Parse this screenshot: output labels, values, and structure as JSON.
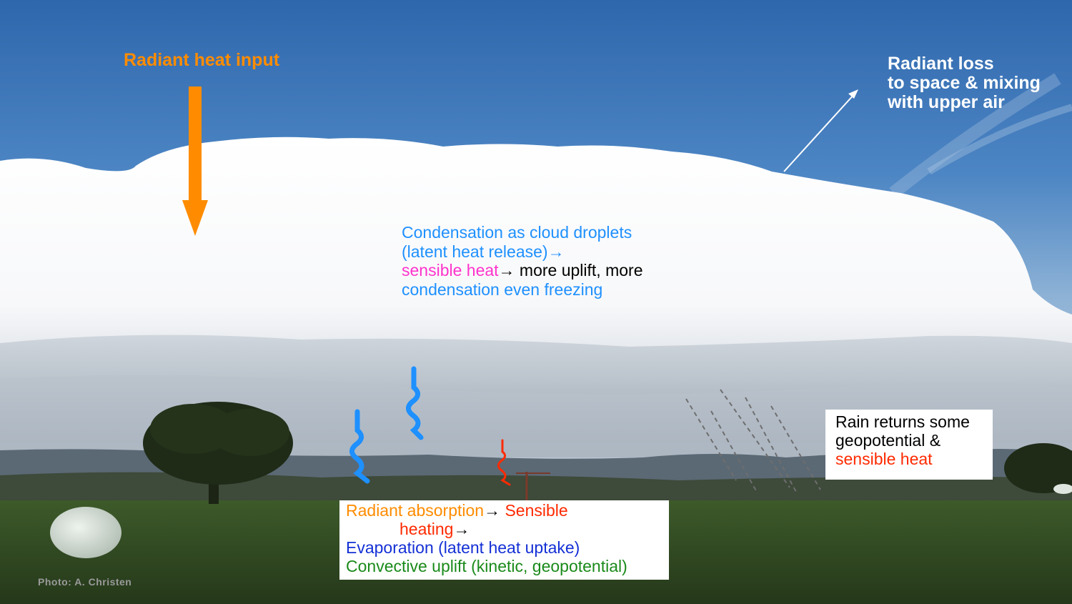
{
  "labels": {
    "radiant_input": "Radiant heat input",
    "radiant_loss": [
      "Radiant loss",
      "to space & mixing",
      "with upper air"
    ],
    "condensation": {
      "line1": "Condensation as cloud droplets",
      "line2": "(latent heat release)→",
      "line3_sensible": "sensible heat",
      "line3_rest": "→ more uplift, more",
      "line4": "condensation even freezing"
    },
    "rain": {
      "line1": "Rain returns some",
      "line2": "geopotential &",
      "line3": "sensible heat"
    },
    "surface": {
      "radiant_absorption": "Radiant absorption",
      "arrow1": "→ ",
      "sensible": "Sensible",
      "heating": "heating",
      "arrow2": "→",
      "evaporation": "Evaporation (latent heat uptake)",
      "convective": "Convective uplift (kinetic, geopotential)"
    },
    "credit": "Photo: A. Christen"
  },
  "colors": {
    "radiant": "#ff8c00",
    "sensible": "#ff2a00",
    "latent": "#1e90ff",
    "evaporation": "#1430d6",
    "convective": "#1a8a1a",
    "sensible_heat_cloud": "#ff33cc"
  },
  "icons": [
    "down-arrow-icon",
    "diagonal-arrow-icon",
    "wavy-arrow-icon",
    "rain-streaks-icon"
  ]
}
